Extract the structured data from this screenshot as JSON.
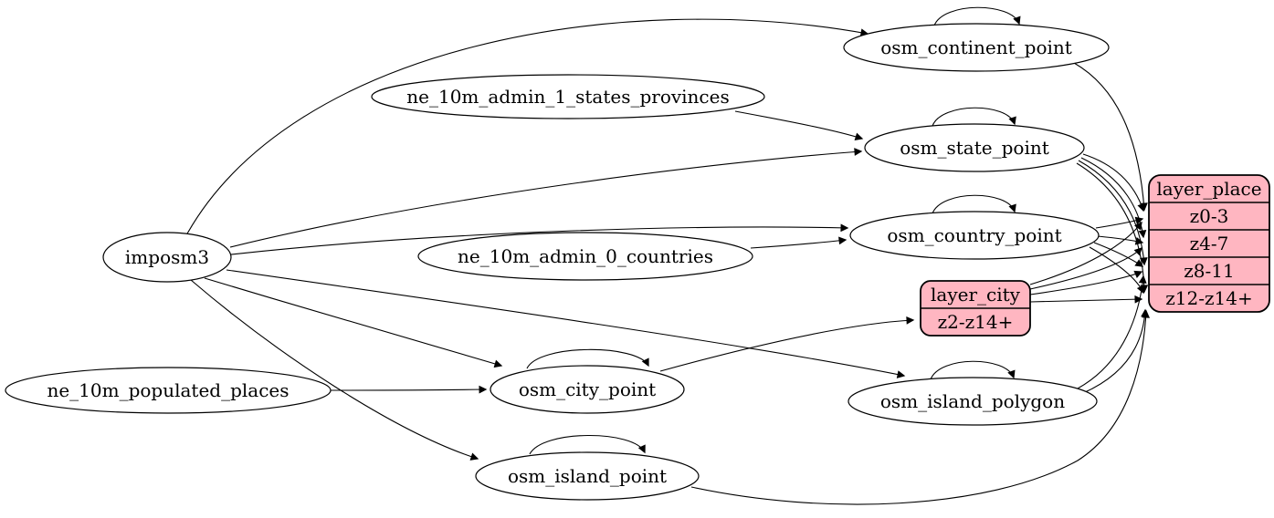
{
  "diagram": {
    "type": "etl-graph",
    "background_color": "#ffffff",
    "node_fill_color": "#ffffff",
    "record_fill_color": "#ffb6c1",
    "stroke_color": "#000000",
    "nodes": {
      "imposm3": {
        "label": "imposm3",
        "shape": "ellipse"
      },
      "ne_10m_admin_1_states_provinces": {
        "label": "ne_10m_admin_1_states_provinces",
        "shape": "ellipse"
      },
      "ne_10m_admin_0_countries": {
        "label": "ne_10m_admin_0_countries",
        "shape": "ellipse"
      },
      "ne_10m_populated_places": {
        "label": "ne_10m_populated_places",
        "shape": "ellipse"
      },
      "osm_continent_point": {
        "label": "osm_continent_point",
        "shape": "ellipse"
      },
      "osm_state_point": {
        "label": "osm_state_point",
        "shape": "ellipse"
      },
      "osm_country_point": {
        "label": "osm_country_point",
        "shape": "ellipse"
      },
      "osm_city_point": {
        "label": "osm_city_point",
        "shape": "ellipse"
      },
      "osm_island_polygon": {
        "label": "osm_island_polygon",
        "shape": "ellipse"
      },
      "osm_island_point": {
        "label": "osm_island_point",
        "shape": "ellipse"
      }
    },
    "records": {
      "layer_city": {
        "title": "layer_city",
        "rows": [
          "z2-z14+"
        ]
      },
      "layer_place": {
        "title": "layer_place",
        "rows": [
          "z0-3",
          "z4-7",
          "z8-11",
          "z12-z14+"
        ]
      }
    },
    "edges": [
      {
        "from": "imposm3",
        "to": "osm_continent_point"
      },
      {
        "from": "imposm3",
        "to": "osm_state_point"
      },
      {
        "from": "imposm3",
        "to": "osm_country_point"
      },
      {
        "from": "imposm3",
        "to": "osm_city_point"
      },
      {
        "from": "imposm3",
        "to": "osm_island_polygon"
      },
      {
        "from": "imposm3",
        "to": "osm_island_point"
      },
      {
        "from": "ne_10m_admin_1_states_provinces",
        "to": "osm_state_point"
      },
      {
        "from": "ne_10m_admin_0_countries",
        "to": "osm_country_point"
      },
      {
        "from": "ne_10m_populated_places",
        "to": "osm_city_point"
      },
      {
        "from": "osm_continent_point",
        "to": "osm_continent_point",
        "self_loop": true
      },
      {
        "from": "osm_state_point",
        "to": "osm_state_point",
        "self_loop": true
      },
      {
        "from": "osm_country_point",
        "to": "osm_country_point",
        "self_loop": true
      },
      {
        "from": "osm_city_point",
        "to": "osm_city_point",
        "self_loop": true
      },
      {
        "from": "osm_island_polygon",
        "to": "osm_island_polygon",
        "self_loop": true
      },
      {
        "from": "osm_island_point",
        "to": "osm_island_point",
        "self_loop": true
      },
      {
        "from": "osm_continent_point",
        "to": "layer_place",
        "to_port": "z0-3"
      },
      {
        "from": "osm_state_point",
        "to": "layer_place",
        "to_port": "z0-3"
      },
      {
        "from": "osm_state_point",
        "to": "layer_place",
        "to_port": "z4-7"
      },
      {
        "from": "osm_state_point",
        "to": "layer_place",
        "to_port": "z8-11"
      },
      {
        "from": "osm_state_point",
        "to": "layer_place",
        "to_port": "z12-z14+"
      },
      {
        "from": "osm_country_point",
        "to": "layer_place",
        "to_port": "z0-3"
      },
      {
        "from": "osm_country_point",
        "to": "layer_place",
        "to_port": "z4-7"
      },
      {
        "from": "osm_country_point",
        "to": "layer_place",
        "to_port": "z8-11"
      },
      {
        "from": "osm_country_point",
        "to": "layer_place",
        "to_port": "z12-z14+"
      },
      {
        "from": "osm_city_point",
        "to": "layer_city",
        "to_port": "z2-z14+"
      },
      {
        "from": "layer_city",
        "to": "layer_place",
        "to_port": "z0-3"
      },
      {
        "from": "layer_city",
        "to": "layer_place",
        "to_port": "z4-7"
      },
      {
        "from": "layer_city",
        "to": "layer_place",
        "to_port": "z8-11"
      },
      {
        "from": "layer_city",
        "to": "layer_place",
        "to_port": "z12-z14+"
      },
      {
        "from": "osm_island_polygon",
        "to": "layer_place",
        "to_port": "z8-11"
      },
      {
        "from": "osm_island_polygon",
        "to": "layer_place",
        "to_port": "z12-z14+"
      },
      {
        "from": "osm_island_point",
        "to": "layer_place",
        "to_port": "z12-z14+"
      }
    ]
  }
}
